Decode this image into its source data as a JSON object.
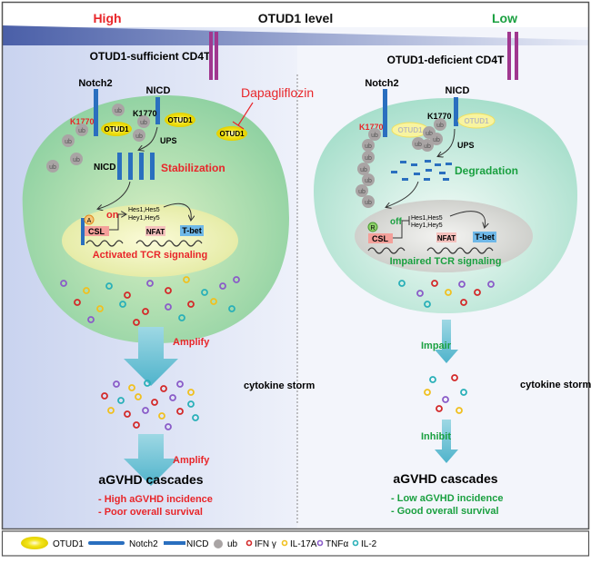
{
  "header": {
    "high": "High",
    "level": "OTUD1 level",
    "low": "Low"
  },
  "left": {
    "title": "OTUD1-sufficient CD4T",
    "notch2": "Notch2",
    "nicd": "NICD",
    "k1770_red": "K1770",
    "k1770": "K1770",
    "otud1": "OTUD1",
    "ub": "ub",
    "ups": "UPS",
    "drug": "Dapagliflozin",
    "nicd2": "NICD",
    "state": "Stabilization",
    "switch": "on",
    "a_badge": "A",
    "csl": "CSL",
    "hes1": "Hes1,Hes5",
    "hes2": "Hey1,Hey5",
    "nfat": "NFAT",
    "tbet": "T-bet",
    "tcr": "Activated TCR signaling",
    "arrow1": "Amplify",
    "storm": "cytokine storm",
    "arrow2": "Amplify",
    "cascade": "aGVHD cascades",
    "out1": "- High aGVHD incidence",
    "out2": "- Poor overall survival"
  },
  "right": {
    "title": "OTUD1-deficient CD4T",
    "notch2": "Notch2",
    "nicd": "NICD",
    "k1770_red": "K1770",
    "k1770": "K1770",
    "otud1": "OTUD1",
    "ub": "ub",
    "ups": "UPS",
    "state": "Degradation",
    "switch": "off",
    "r_badge": "R",
    "csl": "CSL",
    "hes1": "Hes1,Hes5",
    "hes2": "Hey1,Hey5",
    "nfat": "NFAT",
    "tbet": "T-bet",
    "tcr": "Impaired TCR signaling",
    "arrow1": "Impair",
    "storm": "cytokine storm",
    "arrow2": "Inhibit",
    "cascade": "aGVHD cascades",
    "out1": "- Low aGVHD incidence",
    "out2": "- Good overall survival"
  },
  "legend": [
    {
      "label": "OTUD1",
      "icon": "yellow-ellipse"
    },
    {
      "label": "Notch2",
      "icon": "long-blue-bar"
    },
    {
      "label": "NICD",
      "icon": "short-blue-bar"
    },
    {
      "label": "ub",
      "icon": "grey-circle"
    },
    {
      "label": "IFN γ",
      "icon": "red-ring"
    },
    {
      "label": "IL-17A",
      "icon": "yellow-ring"
    },
    {
      "label": "TNFα",
      "icon": "purple-ring"
    },
    {
      "label": "IL-2",
      "icon": "teal-ring"
    }
  ],
  "colors": {
    "red": "#e8262a",
    "green": "#1aa040",
    "blue": "#2a6fbf",
    "otud1": "#f3e51a",
    "ub": "#a9a4a4",
    "purple": "#a0378f",
    "ifn": "#d32a2a",
    "il17": "#f0c020",
    "tnf": "#8a5cc8",
    "il2": "#2ab0b8"
  }
}
